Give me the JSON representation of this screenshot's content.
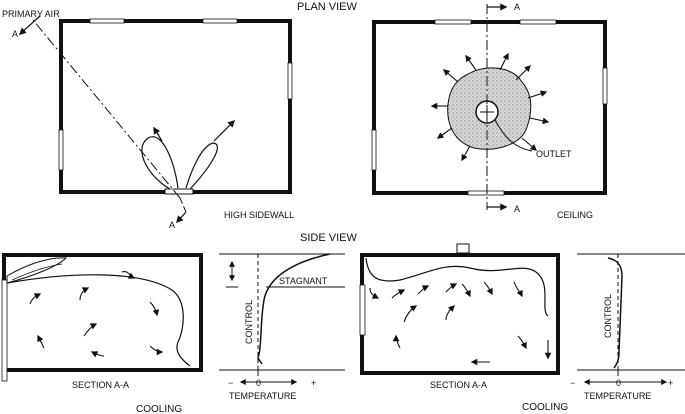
{
  "labels": {
    "plan_view": "PLAN VIEW",
    "side_view": "SIDE VIEW",
    "primary_air": "PRIMARY AIR",
    "section_marker": "A",
    "high_sidewall": "HIGH SIDEWALL",
    "ceiling": "CEILING",
    "outlet": "OUTLET",
    "stagnant": "STAGNANT",
    "control": "CONTROL",
    "section_aa": "SECTION A-A",
    "cooling": "COOLING",
    "temperature": "TEMPERATURE",
    "minus": "−",
    "zero": "0",
    "plus": "+"
  }
}
